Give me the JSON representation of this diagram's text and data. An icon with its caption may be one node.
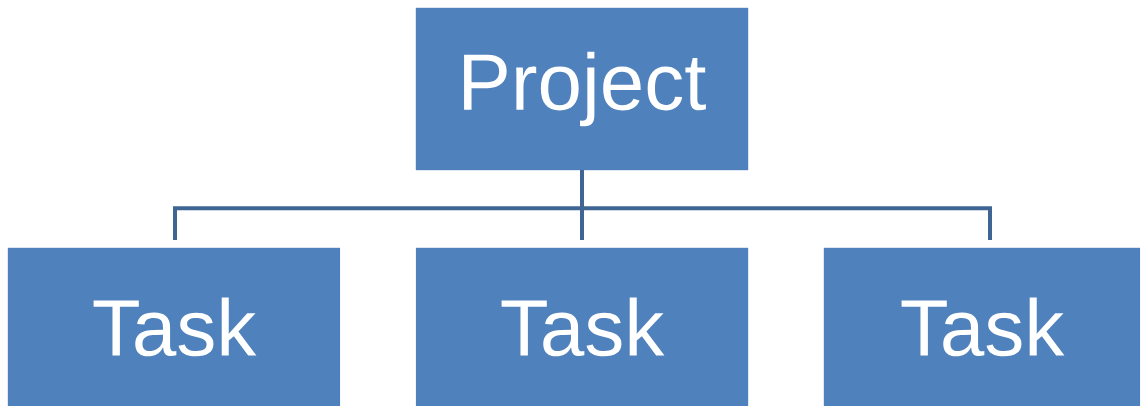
{
  "diagram": {
    "nodes": [
      {
        "text": [
          "Project"
        ]
      },
      {
        "text": [
          "Task"
        ]
      },
      {
        "text": [
          "Task"
        ]
      },
      {
        "text": [
          "Task"
        ]
      }
    ],
    "edges": [
      {
        "from": 0,
        "to": 1,
        "arrow": "none"
      },
      {
        "from": 0,
        "to": 2,
        "arrow": "none"
      },
      {
        "from": 0,
        "to": 3,
        "arrow": "none"
      }
    ]
  }
}
